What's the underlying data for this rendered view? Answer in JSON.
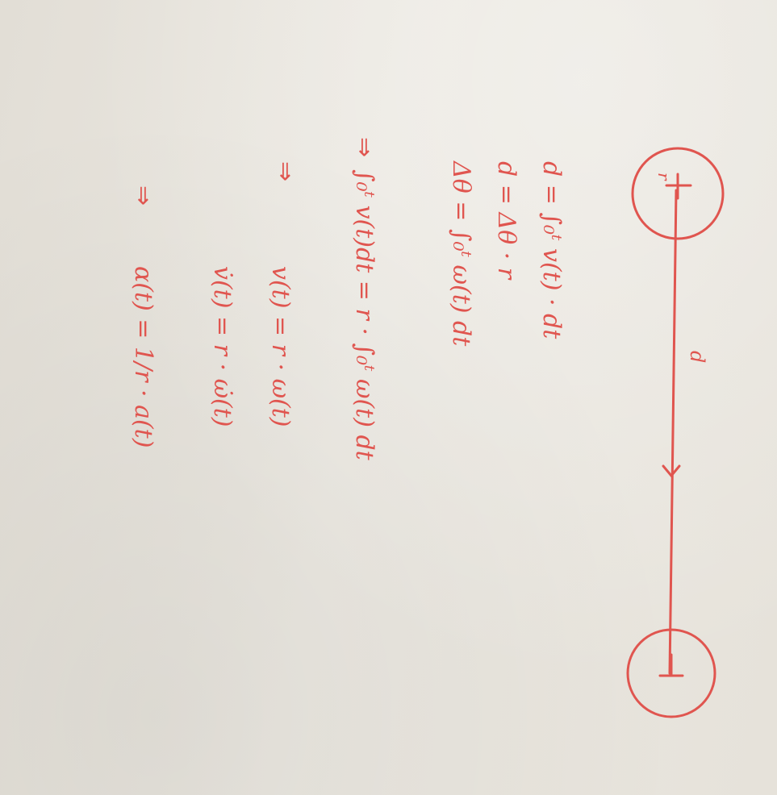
{
  "diagram": {
    "label_r": "r",
    "label_d": "d",
    "ink_color": "#e0554f"
  },
  "notes": {
    "line1": "d = ∫₀ᵗ v(t) · dt",
    "line2": "d = Δθ · r",
    "line3": "Δθ = ∫₀ᵗ ω(t) dt",
    "arrow1": "⇒",
    "line4": "∫₀ᵗ v(t)dt  =  r · ∫₀ᵗ ω(t) dt",
    "arrow2": "⇒",
    "line5": "v(t) = r · ω(t)",
    "line6": "v̇(t) = r · ω̇(t)",
    "arrow3": "⇒",
    "line7": "α(t) = 1/r · a(t)"
  }
}
